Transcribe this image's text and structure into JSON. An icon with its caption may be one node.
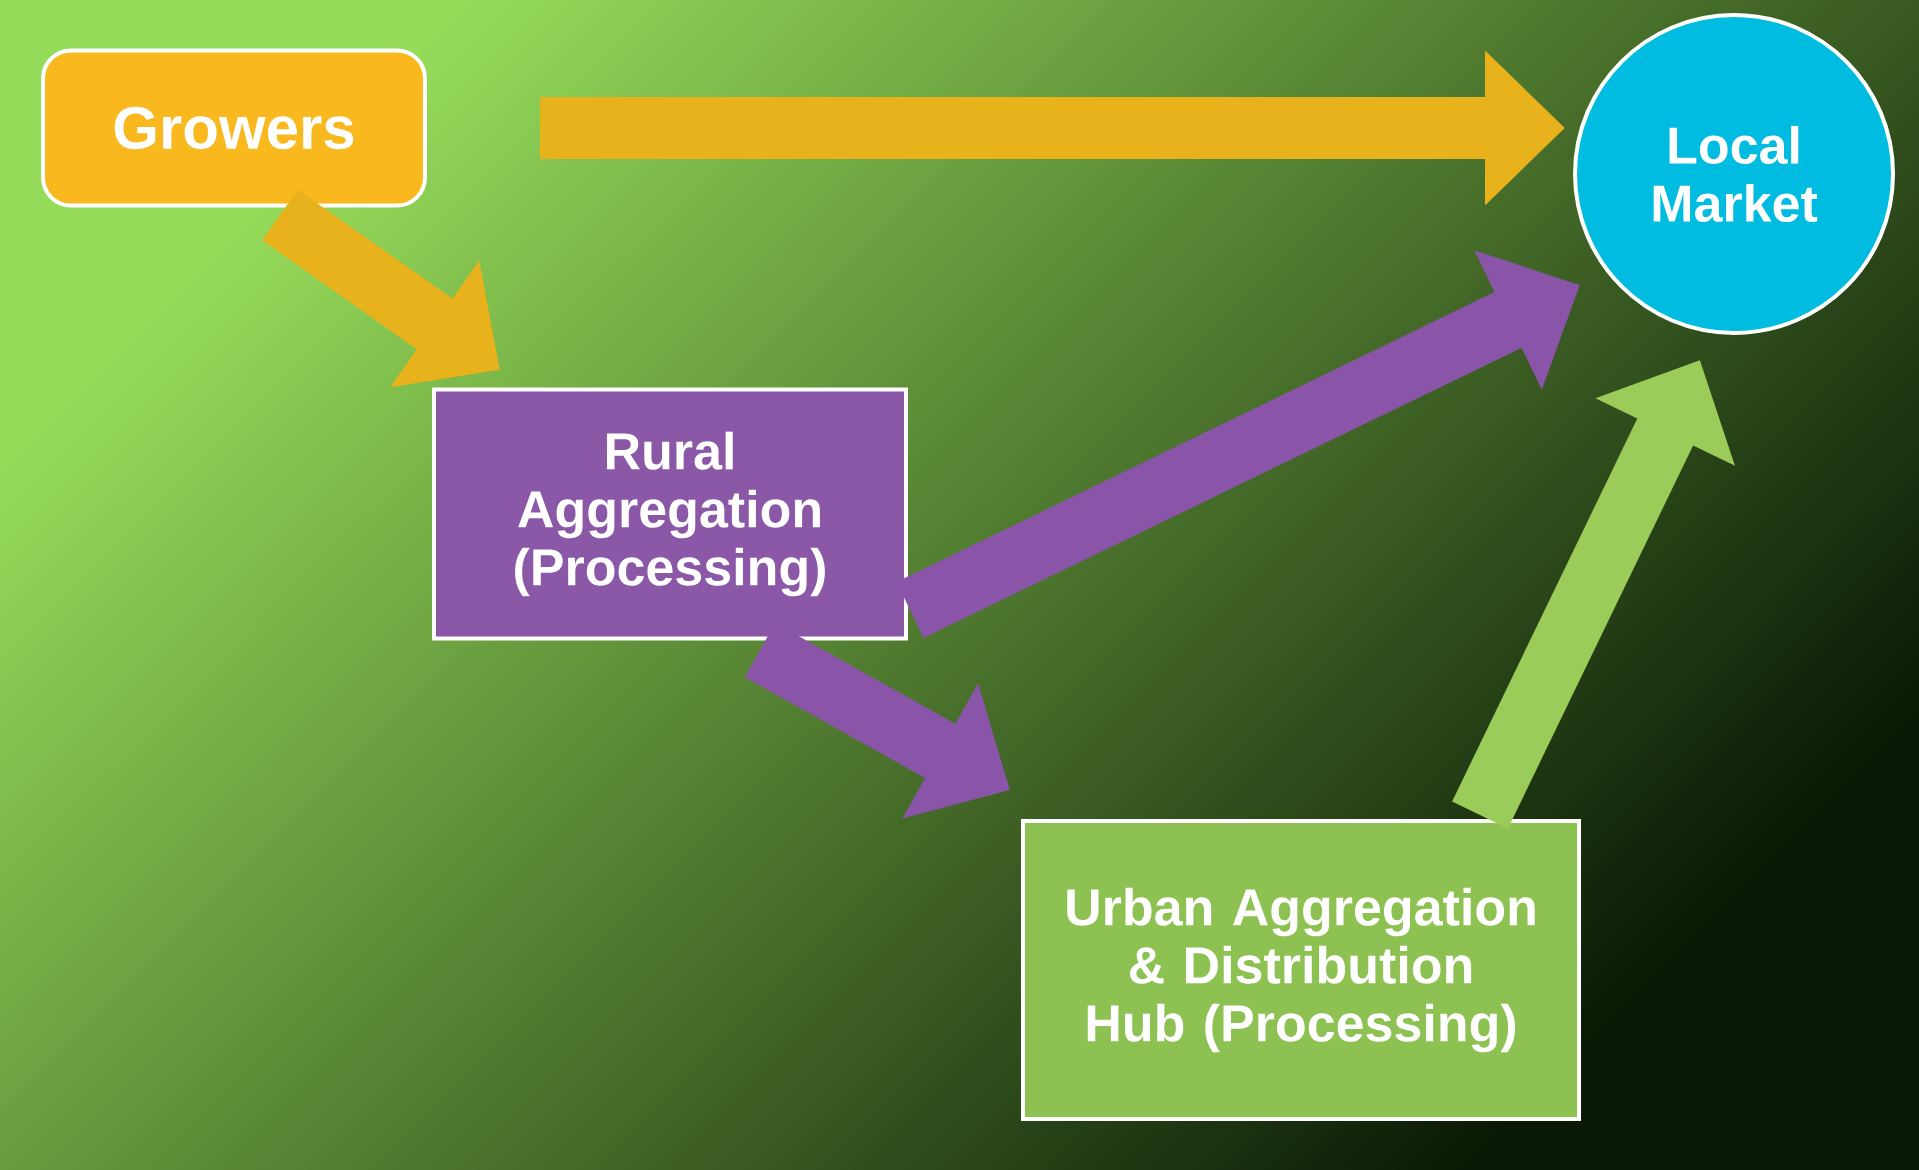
{
  "diagram": {
    "nodes": [
      {
        "text": [
          "Growers"
        ]
      },
      {
        "text": [
          "Rural Aggregation (Processing)"
        ]
      },
      {
        "text": [
          "Urban Aggregation & Distribution Hub (Processing)"
        ]
      },
      {
        "text": [
          "Local Market"
        ]
      }
    ],
    "edges": [
      {
        "from": 0,
        "to": 3,
        "arrow": "to",
        "color": "#e8b21c"
      },
      {
        "from": 0,
        "to": 1,
        "arrow": "to",
        "color": "#e8b21c"
      },
      {
        "from": 1,
        "to": 3,
        "arrow": "to",
        "color": "#8a55a8"
      },
      {
        "from": 1,
        "to": 2,
        "arrow": "to",
        "color": "#8a55a8"
      },
      {
        "from": 2,
        "to": 3,
        "arrow": "to",
        "color": "#9bcc5a"
      }
    ]
  }
}
